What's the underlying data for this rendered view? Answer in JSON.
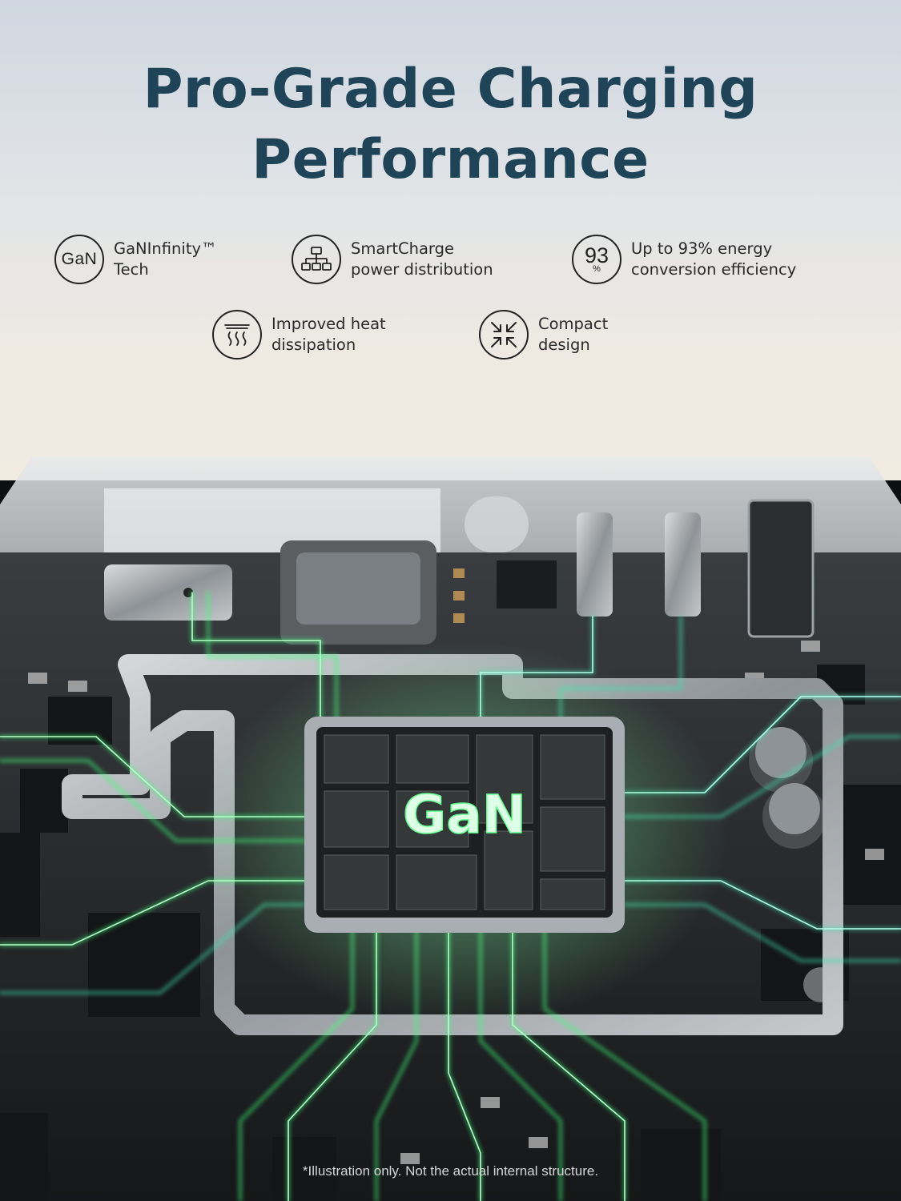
{
  "hero": {
    "title_line1": "Pro-Grade Charging",
    "title_line2": "Performance"
  },
  "features": [
    {
      "icon": "gan-badge-icon",
      "badge_text": "GaN",
      "line1": "GaNInfinity™",
      "line2": "Tech"
    },
    {
      "icon": "network-hierarchy-icon",
      "line1": "SmartCharge",
      "line2": "power distribution"
    },
    {
      "icon": "percent-93-icon",
      "badge_number": "93",
      "badge_unit": "%",
      "line1": "Up to 93% energy",
      "line2": "conversion efficiency"
    },
    {
      "icon": "heat-waves-icon",
      "line1": "Improved heat",
      "line2": "dissipation"
    },
    {
      "icon": "compress-arrows-icon",
      "line1": "Compact",
      "line2": "design"
    }
  ],
  "chip": {
    "label": "GaN"
  },
  "footer": {
    "disclaimer": "*Illustration only. Not the actual internal structure."
  },
  "colors": {
    "title": "#1f4457",
    "trace_green": "#3cff7a",
    "trace_teal": "#3fe0b0",
    "board": "#2a2d2f"
  }
}
